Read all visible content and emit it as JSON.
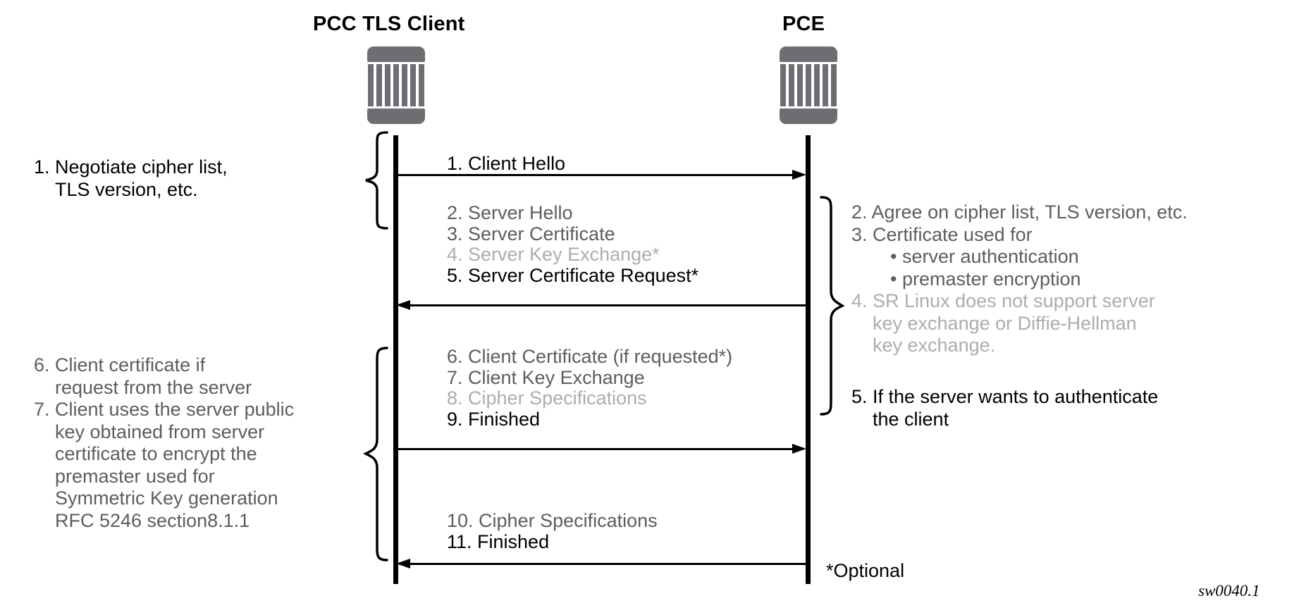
{
  "diagram": {
    "type": "sequence-diagram",
    "title_left": "PCC TLS Client",
    "title_right": "PCE",
    "footnote_optional": "*Optional",
    "footnote_id": "sw0040.1",
    "colors": {
      "emphasis": "#000000",
      "secondary": "#5c5d61",
      "muted": "#adadb0",
      "icon": "#6d6e72",
      "background": "#ffffff"
    }
  },
  "lifelines": [
    {
      "name": "client",
      "label": "PCC TLS Client",
      "icon": "router-icon"
    },
    {
      "name": "server",
      "label": "PCE",
      "icon": "router-icon"
    }
  ],
  "messages": [
    {
      "id": "client-hello",
      "direction": "client-to-server",
      "lines": [
        {
          "text": "1. Client Hello",
          "tone": "black"
        }
      ]
    },
    {
      "id": "server-hello-group",
      "direction": "server-to-client",
      "lines": [
        {
          "text": "2. Server Hello",
          "tone": "dark"
        },
        {
          "text": "3. Server Certificate",
          "tone": "dark"
        },
        {
          "text": "4. Server Key Exchange*",
          "tone": "light"
        },
        {
          "text": "5. Server Certificate Request*",
          "tone": "black"
        }
      ]
    },
    {
      "id": "client-certificate-group",
      "direction": "client-to-server",
      "lines": [
        {
          "text": "6. Client Certificate (if requested*)",
          "tone": "dark"
        },
        {
          "text": "7. Client Key Exchange",
          "tone": "dark"
        },
        {
          "text": "8. Cipher Specifications",
          "tone": "light"
        },
        {
          "text": "9. Finished",
          "tone": "black"
        }
      ]
    },
    {
      "id": "cipher-spec-finished-group",
      "direction": "server-to-client",
      "lines": [
        {
          "text": "10. Cipher Specifications",
          "tone": "dark"
        },
        {
          "text": "11. Finished",
          "tone": "black"
        }
      ]
    }
  ],
  "annotations": {
    "left_top": {
      "name": "negotiate-note",
      "lines": [
        {
          "text": "1. Negotiate cipher list,",
          "tone": "black",
          "indent": 0
        },
        {
          "text": "TLS version, etc.",
          "tone": "black",
          "indent": 1
        }
      ]
    },
    "left_bottom": {
      "name": "client-certificate-note",
      "lines": [
        {
          "text": "6. Client certificate if",
          "tone": "dark",
          "indent": 0
        },
        {
          "text": "request from the server",
          "tone": "dark",
          "indent": 1
        },
        {
          "text": "7. Client uses the server public",
          "tone": "dark",
          "indent": 0
        },
        {
          "text": "key obtained from server",
          "tone": "dark",
          "indent": 1
        },
        {
          "text": "certificate to encrypt the",
          "tone": "dark",
          "indent": 1
        },
        {
          "text": "premaster used for",
          "tone": "dark",
          "indent": 1
        },
        {
          "text": "Symmetric Key generation",
          "tone": "dark",
          "indent": 1
        },
        {
          "text": "RFC 5246 section8.1.1",
          "tone": "dark",
          "indent": 1
        }
      ]
    },
    "right_top": {
      "name": "server-agreement-note",
      "lines": [
        {
          "text": "2. Agree on cipher list, TLS version, etc.",
          "tone": "dark",
          "indent": 0
        },
        {
          "text": "3. Certificate used for",
          "tone": "dark",
          "indent": 0
        },
        {
          "text": "• server authentication",
          "tone": "dark",
          "indent": 2
        },
        {
          "text": "• premaster encryption",
          "tone": "dark",
          "indent": 2
        },
        {
          "text": "4. SR Linux does not support server",
          "tone": "light",
          "indent": 0
        },
        {
          "text": "key exchange or Diffie-Hellman",
          "tone": "light",
          "indent": 1
        },
        {
          "text": "key exchange.",
          "tone": "light",
          "indent": 1
        }
      ]
    },
    "right_bottom": {
      "name": "server-authenticate-note",
      "lines": [
        {
          "text": "5. If the server wants to authenticate",
          "tone": "black",
          "indent": 0
        },
        {
          "text": "the client",
          "tone": "black",
          "indent": 1
        }
      ]
    }
  }
}
